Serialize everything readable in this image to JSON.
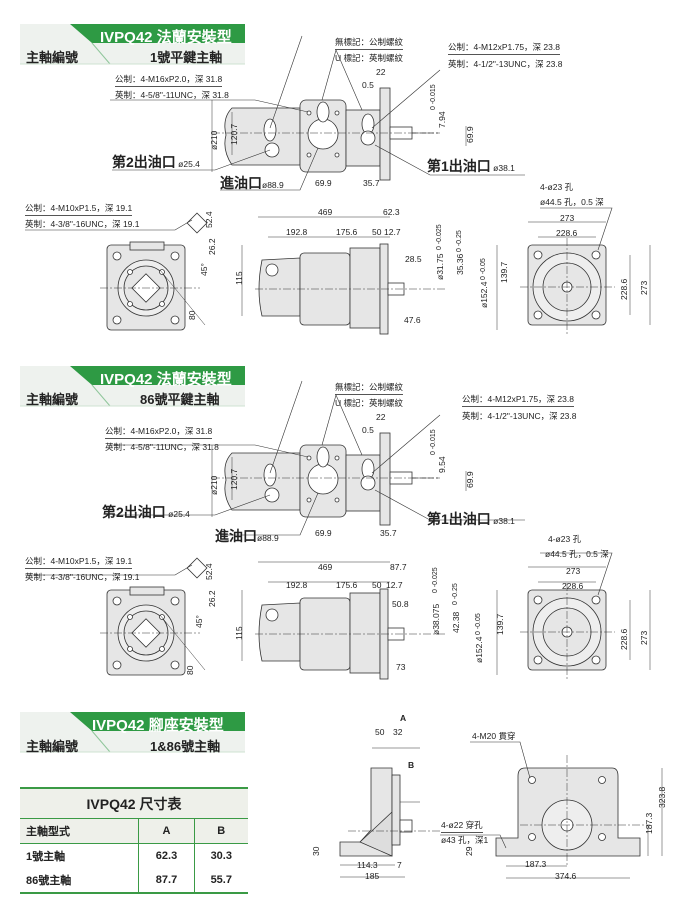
{
  "colors": {
    "brand_green": "#2e9a44",
    "panel": "#eef2ee",
    "part_fill": "#e6e6e6"
  },
  "s1": {
    "title": "IVPQ42 法蘭安裝型",
    "label": "主軸編號",
    "shaft": "1號平鍵主軸",
    "thread_none": "無標記：公制螺紋",
    "thread_u": "U 標記：英制螺紋",
    "p1_metric": "公制：4-M12xP1.75，深 23.8",
    "p1_imperial": "英制：4-1/2\"-13UNC，深 23.8",
    "p2_metric": "公制：4-M16xP2.0，深 31.8",
    "p2_imperial": "英制：4-5/8\"-11UNC，深 31.8",
    "d22": "22",
    "d05": "0.5",
    "key": "7.94",
    "key_tol": "0 -0.015",
    "d699": "69.9",
    "d210": "ø210",
    "d1207": "120.7",
    "out2": "第2出油口",
    "out2_d": "ø25.4",
    "inlet": "進油口",
    "inlet_d": "ø88.9",
    "d699b": "69.9",
    "d357": "35.7",
    "out1": "第1出油口",
    "out1_d": "ø38.1",
    "holes": "4-ø23 孔",
    "spot": "ø44.5 孔，0.5 深",
    "end_metric": "公制：4-M10xP1.5，深 19.1",
    "end_imperial": "英制：4-3/8\"-16UNC，深 19.1",
    "d524": "52.4",
    "d262": "26.2",
    "ang": "45°",
    "d80": "80",
    "d469": "469",
    "d_front": "62.3",
    "d1928": "192.8",
    "d1756": "175.6",
    "d50": "50",
    "d127": "12.7",
    "d_shaft_len": "28.5",
    "d_shaft": "ø31.75",
    "d_shaft_tol": "0 -0.025",
    "d_key": "35.36",
    "d_key_tol": "0 -0.25",
    "d1524": "ø152.4",
    "d1524_tol": "0 -0.05",
    "d1397": "139.7",
    "d115": "115",
    "d_flange": "47.6",
    "d273": "273",
    "d2286": "228.6",
    "d2286v": "228.6",
    "d273v": "273"
  },
  "s2": {
    "title": "IVPQ42 法蘭安裝型",
    "label": "主軸編號",
    "shaft": "86號平鍵主軸",
    "thread_none": "無標記：公制螺紋",
    "thread_u": "U 標記：英制螺紋",
    "p1_metric": "公制：4-M12xP1.75，深 23.8",
    "p1_imperial": "英制：4-1/2\"-13UNC，深 23.8",
    "p2_metric": "公制：4-M16xP2.0，深 31.8",
    "p2_imperial": "英制：4-5/8\"-11UNC，深 31.8",
    "d22": "22",
    "d05": "0.5",
    "key": "9.54",
    "key_tol": "0 -0.015",
    "d699": "69.9",
    "d210": "ø210",
    "d1207": "120.7",
    "out2": "第2出油口",
    "out2_d": "ø25.4",
    "inlet": "進油口",
    "inlet_d": "ø88.9",
    "d699b": "69.9",
    "d357": "35.7",
    "out1": "第1出油口",
    "out1_d": "ø38.1",
    "holes": "4-ø23 孔",
    "spot": "ø44.5 孔，0.5 深",
    "end_metric": "公制：4-M10xP1.5，深 19.1",
    "end_imperial": "英制：4-3/8\"-16UNC，深 19.1",
    "d524": "52.4",
    "d262": "26.2",
    "ang": "45°",
    "d80": "80",
    "d469": "469",
    "d_front": "87.7",
    "d1928": "192.8",
    "d1756": "175.6",
    "d50": "50",
    "d127": "12.7",
    "d_shaft_len": "50.8",
    "d_shaft": "ø38.075",
    "d_shaft_tol": "0 -0.025",
    "d_key": "42.38",
    "d_key_tol": "0 -0.25",
    "d1524": "ø152.4",
    "d1524_tol": "0 -0.05",
    "d1397": "139.7",
    "d115": "115",
    "d_flange": "73",
    "d273": "273",
    "d2286": "228.6",
    "d2286v": "228.6",
    "d273v": "273"
  },
  "s3": {
    "title": "IVPQ42 腳座安裝型",
    "label": "主軸編號",
    "shaft": "1&86號主軸",
    "A": "A",
    "B": "B",
    "d50": "50",
    "d32": "32",
    "d30": "30",
    "d1143": "114.3",
    "d7": "7",
    "d185": "185",
    "m20": "4-M20 貫穿",
    "holes": "4-ø22 穿孔",
    "spot": "ø43 孔，深1",
    "d29": "29",
    "d1873": "187.3",
    "d3746": "374.6",
    "d1873v": "187.3",
    "d3238": "323.8"
  },
  "table": {
    "title": "IVPQ42 尺寸表",
    "headers": [
      "主軸型式",
      "A",
      "B"
    ],
    "rows": [
      [
        "1號主軸",
        "62.3",
        "30.3"
      ],
      [
        "86號主軸",
        "87.7",
        "55.7"
      ]
    ]
  }
}
